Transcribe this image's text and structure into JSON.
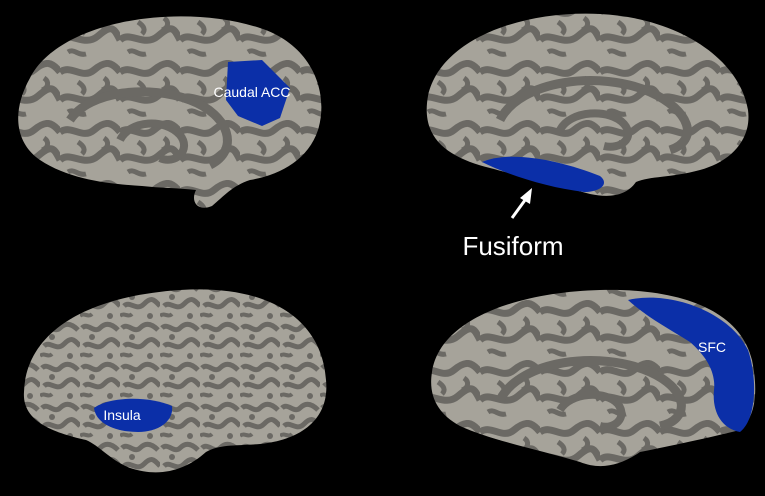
{
  "figure": {
    "panels": [
      {
        "label": "Caudal ACC"
      },
      {
        "label": "Fusiform"
      },
      {
        "label": "Insula"
      },
      {
        "label": "SFC"
      }
    ],
    "colors": {
      "background": "#000000",
      "cortex_light": "#a6a39a",
      "cortex_dark": "#6b6964",
      "region": "#0b2fa8",
      "text": "#ffffff"
    }
  }
}
